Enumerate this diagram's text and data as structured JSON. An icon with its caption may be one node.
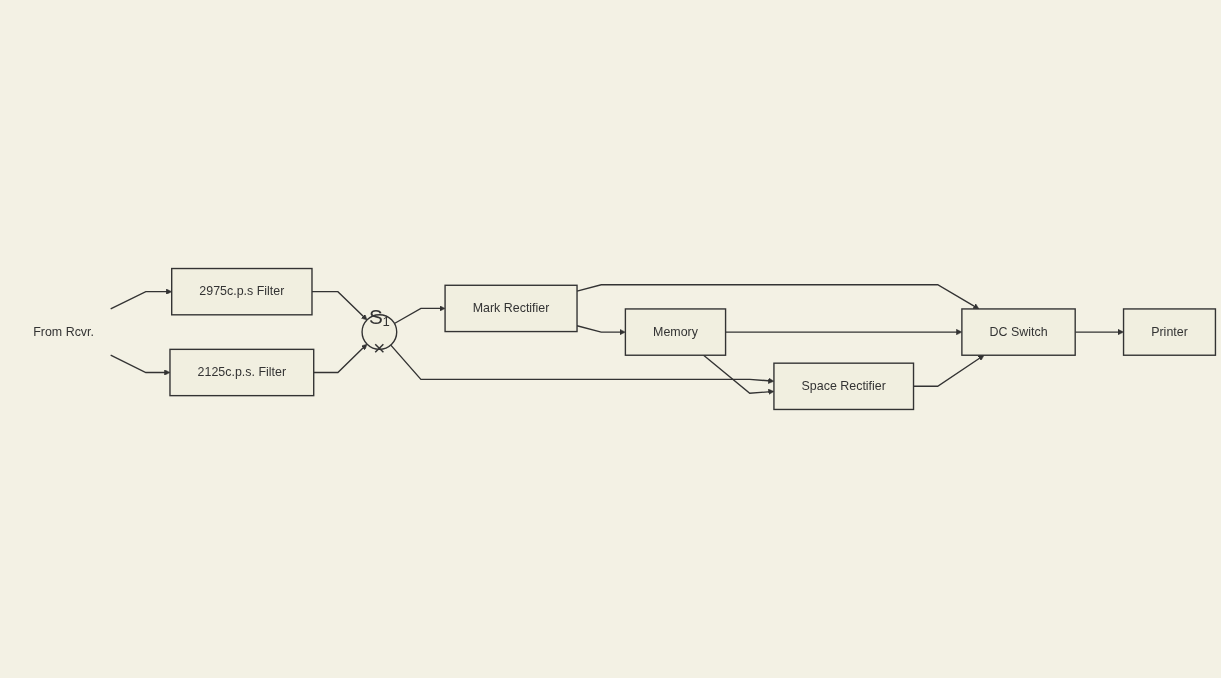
{
  "diagram": {
    "nodes": [
      {
        "text": [
          "From Rcvr."
        ]
      },
      {
        "text": [
          "2975c.p.s Filter"
        ]
      },
      {
        "text": [
          "2125c.p.s. Filter"
        ]
      },
      {
        "text": [
          "S₁",
          "×"
        ]
      },
      {
        "text": [
          "Mark Rectifier"
        ]
      },
      {
        "text": [
          "Memory"
        ]
      },
      {
        "text": [
          "Space Rectifier"
        ]
      },
      {
        "text": [
          "DC Switch"
        ]
      },
      {
        "text": [
          "Printer"
        ]
      }
    ],
    "edges": [
      {
        "from": 0,
        "to": 1,
        "arrow": "to"
      },
      {
        "from": 0,
        "to": 2,
        "arrow": "to"
      },
      {
        "from": 1,
        "to": 3,
        "arrow": "to"
      },
      {
        "from": 2,
        "to": 3,
        "arrow": "to"
      },
      {
        "from": 3,
        "to": 4,
        "arrow": "to"
      },
      {
        "from": 3,
        "to": 6,
        "arrow": "to"
      },
      {
        "from": 4,
        "to": 5,
        "arrow": "to"
      },
      {
        "from": 5,
        "to": 6,
        "arrow": "to"
      },
      {
        "from": 4,
        "to": 7,
        "arrow": "to"
      },
      {
        "from": 5,
        "to": 7,
        "arrow": "to"
      },
      {
        "from": 6,
        "to": 7,
        "arrow": "to"
      },
      {
        "from": 7,
        "to": 8,
        "arrow": "to"
      }
    ]
  }
}
